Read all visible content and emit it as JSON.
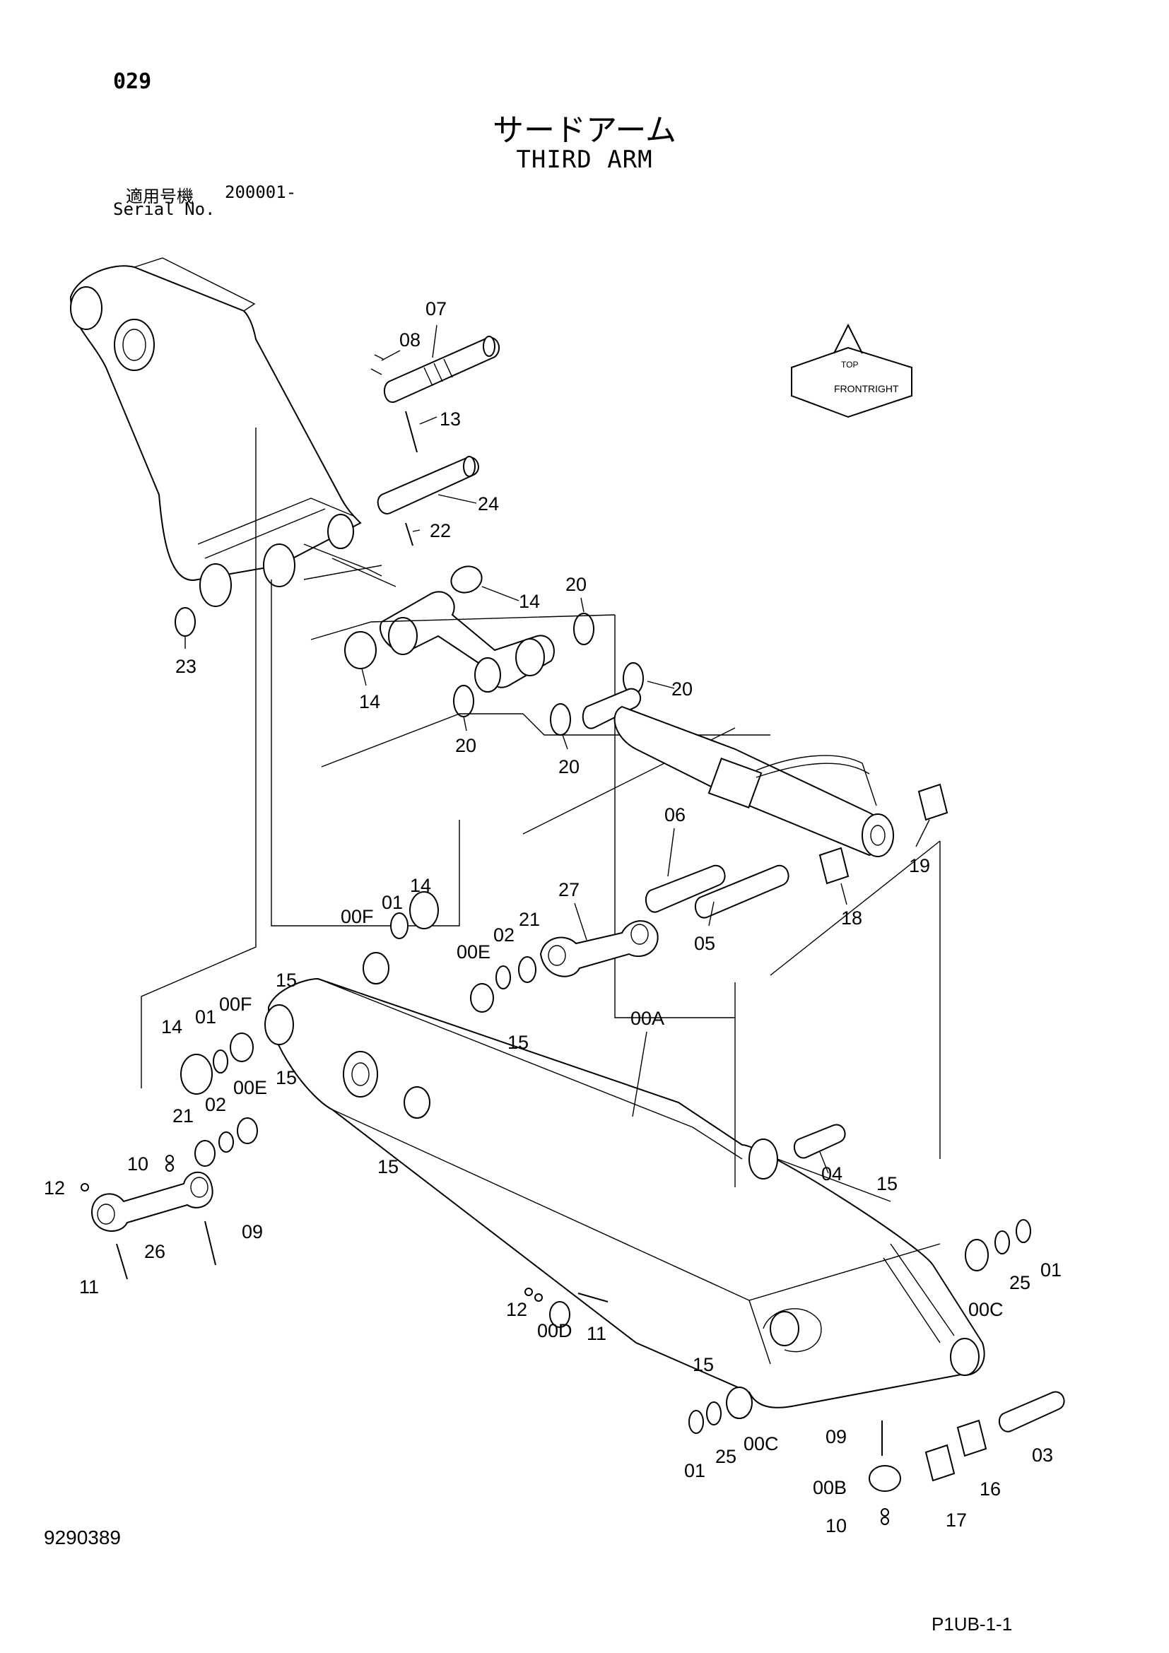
{
  "header": {
    "page_number": "029",
    "title_jp": "サードアーム",
    "title_en": "THIRD ARM",
    "serial_label_jp": "適用号機",
    "serial_value": "200001-",
    "serial_label_en": "Serial No."
  },
  "orientation_marker": {
    "labels": [
      "TOP",
      "FRONT",
      "RIGHT"
    ]
  },
  "part_callouts": [
    "07",
    "08",
    "13",
    "24",
    "22",
    "14",
    "20",
    "23",
    "14",
    "20",
    "20",
    "20",
    "20",
    "06",
    "27",
    "05",
    "18",
    "19",
    "00F",
    "01",
    "14",
    "00E",
    "02",
    "21",
    "14",
    "01",
    "00F",
    "15",
    "15",
    "00A",
    "15",
    "02",
    "00E",
    "21",
    "15",
    "10",
    "12",
    "26",
    "09",
    "11",
    "04",
    "15",
    "00C",
    "25",
    "01",
    "12",
    "00D",
    "11",
    "15",
    "01",
    "25",
    "00C",
    "09",
    "03",
    "00B",
    "17",
    "16",
    "10"
  ],
  "footer": {
    "document_number": "9290389",
    "sheet_ref": "P1UB-1-1"
  }
}
